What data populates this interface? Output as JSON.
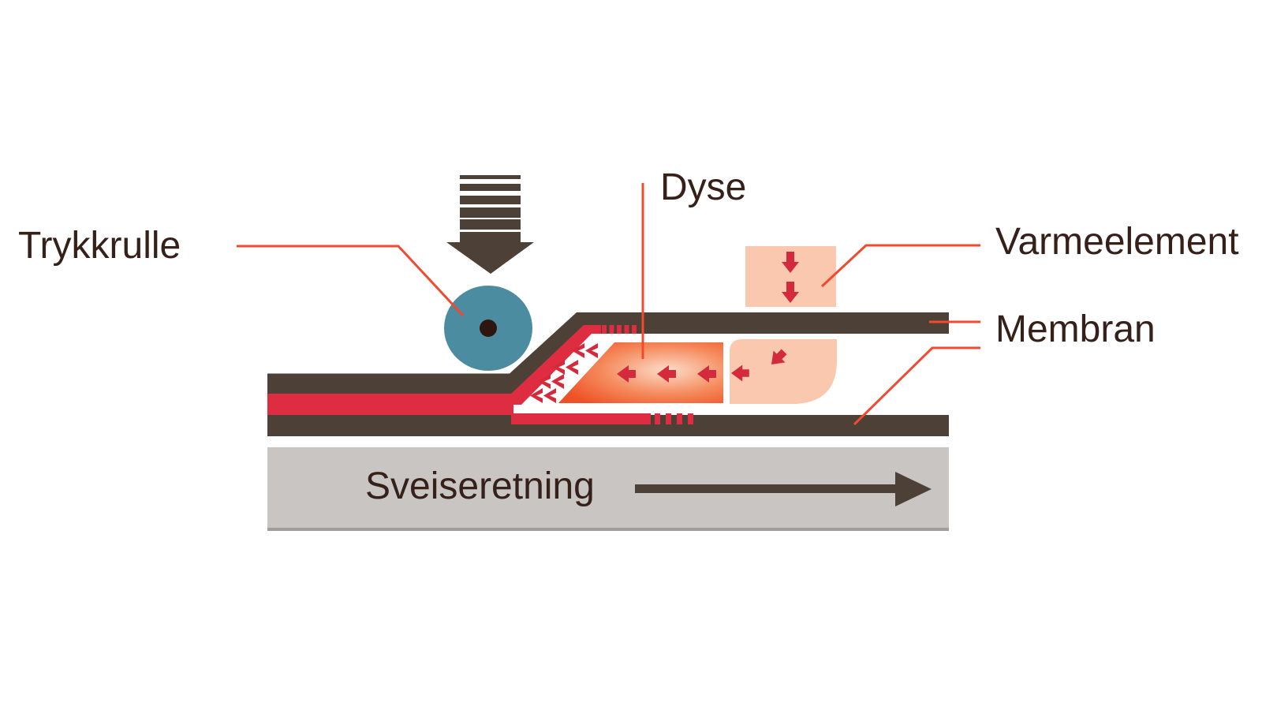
{
  "diagram": {
    "labels": {
      "pressure_roller": "Trykkrulle",
      "nozzle": "Dyse",
      "heating_element": "Varmeelement",
      "membrane": "Membran",
      "welding_direction": "Sveiseretning"
    },
    "colors": {
      "text": "#35201a",
      "membrane_brown": "#4d4037",
      "melt_red": "#de2d40",
      "arrow_red": "#d32a3c",
      "leader_line": "#f04a30",
      "roller_teal": "#4c8ca1",
      "roller_axle": "#2e1510",
      "heater_peach": "#fac8af",
      "wedge_center": "#fcdcc9",
      "wedge_mid": "#f58a5c",
      "wedge_edge": "#ee5125",
      "base_gray": "#c8c5c3",
      "base_gray_edge": "#a29d9a"
    }
  }
}
